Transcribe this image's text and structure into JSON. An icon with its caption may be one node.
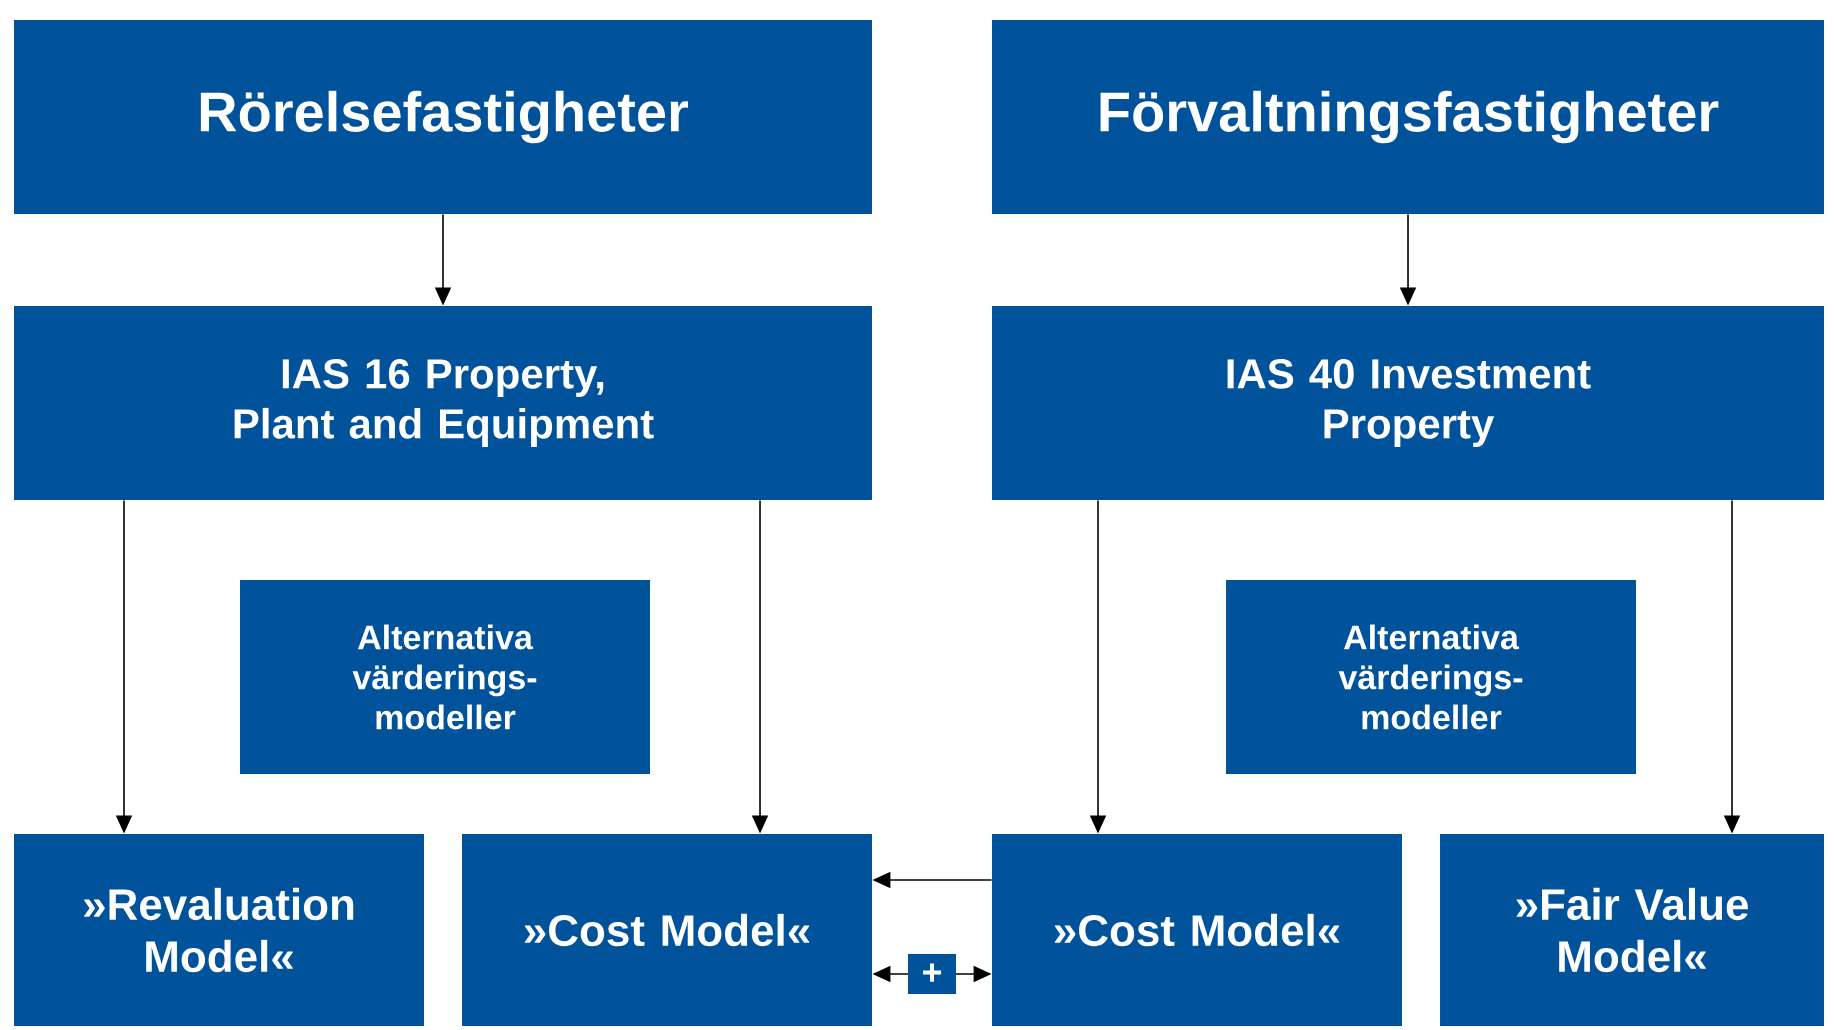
{
  "diagram": {
    "nodes": [
      {
        "text": [
          "Rörelsefastigheter"
        ]
      },
      {
        "text": [
          "Förvaltningsfastigheter"
        ]
      },
      {
        "text": [
          "IAS 16 Property, Plant and Equipment"
        ]
      },
      {
        "text": [
          "IAS 40 Investment Property"
        ]
      },
      {
        "text": [
          "Alternativa värderings- modeller"
        ]
      },
      {
        "text": [
          "Alternativa värderings- modeller"
        ]
      },
      {
        "text": [
          "»Revaluation Model«"
        ]
      },
      {
        "text": [
          "»Cost Model«"
        ]
      },
      {
        "text": [
          "»Cost Model«"
        ]
      },
      {
        "text": [
          "»Fair Value Model«"
        ]
      }
    ],
    "edges": [
      {
        "from": 0,
        "to": 2,
        "arrow": "to"
      },
      {
        "from": 1,
        "to": 3,
        "arrow": "to"
      },
      {
        "from": 2,
        "to": 6,
        "arrow": "to"
      },
      {
        "from": 2,
        "to": 7,
        "arrow": "to"
      },
      {
        "from": 3,
        "to": 8,
        "arrow": "to"
      },
      {
        "from": 3,
        "to": 9,
        "arrow": "to"
      },
      {
        "from": 8,
        "to": 7,
        "arrow": "to"
      },
      {
        "from": 7,
        "to": 8,
        "arrow": "both",
        "label": "+"
      }
    ]
  }
}
